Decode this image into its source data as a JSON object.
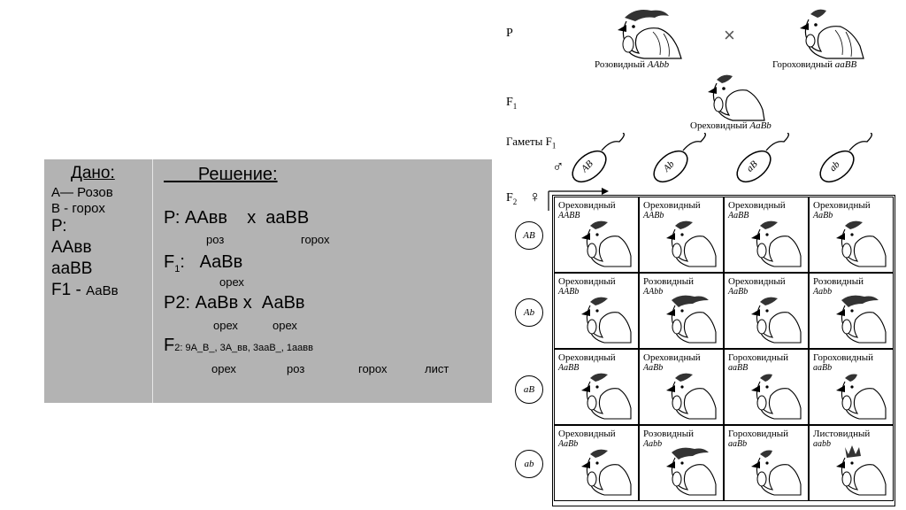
{
  "given": {
    "heading": "Дано:",
    "lines": [
      "А— Розов",
      "В - горох",
      "Р:",
      "ААвв",
      "ааВВ",
      "F1 - ",
      "АаВв"
    ]
  },
  "solution": {
    "heading": "Решение:",
    "p_label": "Р:",
    "p_cross": "ААвв    х  ааВВ",
    "p_pheno_1": "роз",
    "p_pheno_2": "горох",
    "f1_F": "F",
    "f1_sub": "1",
    "f1_geno": ":   АаВв",
    "f1_pheno": "орех",
    "p2_cross": "Р2: АаВв х  АаВв",
    "p2_pheno_1": "орех",
    "p2_pheno_2": "орех",
    "f2_F": "F",
    "f2_sub": "2: 9А_В_, 3А_вв, 3ааВ_, 1аавв",
    "f2_pheno": [
      "орех",
      "роз",
      "горох",
      "лист"
    ]
  },
  "diagram": {
    "p_label": "P",
    "cross_sign": "×",
    "parent1_name": "Розовидный",
    "parent1_geno": "AAbb",
    "parent2_name": "Гороховидный",
    "parent2_geno": "aaBB",
    "f1_label": "F",
    "f1_sub": "1",
    "f1_name": "Ореховидный",
    "f1_geno": "AaBb",
    "gametes_label": "Гаметы F",
    "gametes_sub": "1",
    "male_sign": "♂",
    "female_sign": "♀",
    "f2_label": "F",
    "f2_sub": "2",
    "male_gametes": [
      "AB",
      "Ab",
      "aB",
      "ab"
    ],
    "female_gametes": [
      "AB",
      "Ab",
      "aB",
      "ab"
    ],
    "cells": [
      [
        {
          "name": "Ореховидный",
          "geno": "AABB"
        },
        {
          "name": "Ореховидный",
          "geno": "AABb"
        },
        {
          "name": "Ореховидный",
          "geno": "AaBB"
        },
        {
          "name": "Ореховидный",
          "geno": "AaBb"
        }
      ],
      [
        {
          "name": "Ореховидный",
          "geno": "AABb"
        },
        {
          "name": "Розовидный",
          "geno": "AAbb"
        },
        {
          "name": "Ореховидный",
          "geno": "AaBb"
        },
        {
          "name": "Розовидный",
          "geno": "Aabb"
        }
      ],
      [
        {
          "name": "Ореховидный",
          "geno": "AaBB"
        },
        {
          "name": "Ореховидный",
          "geno": "AaBb"
        },
        {
          "name": "Гороховидный",
          "geno": "aaBB"
        },
        {
          "name": "Гороховидный",
          "geno": "aaBb"
        }
      ],
      [
        {
          "name": "Ореховидный",
          "geno": "AaBb"
        },
        {
          "name": "Розовидный",
          "geno": "Aabb"
        },
        {
          "name": "Гороховидный",
          "geno": "aaBb"
        },
        {
          "name": "Листовидный",
          "geno": "aabb"
        }
      ]
    ]
  }
}
